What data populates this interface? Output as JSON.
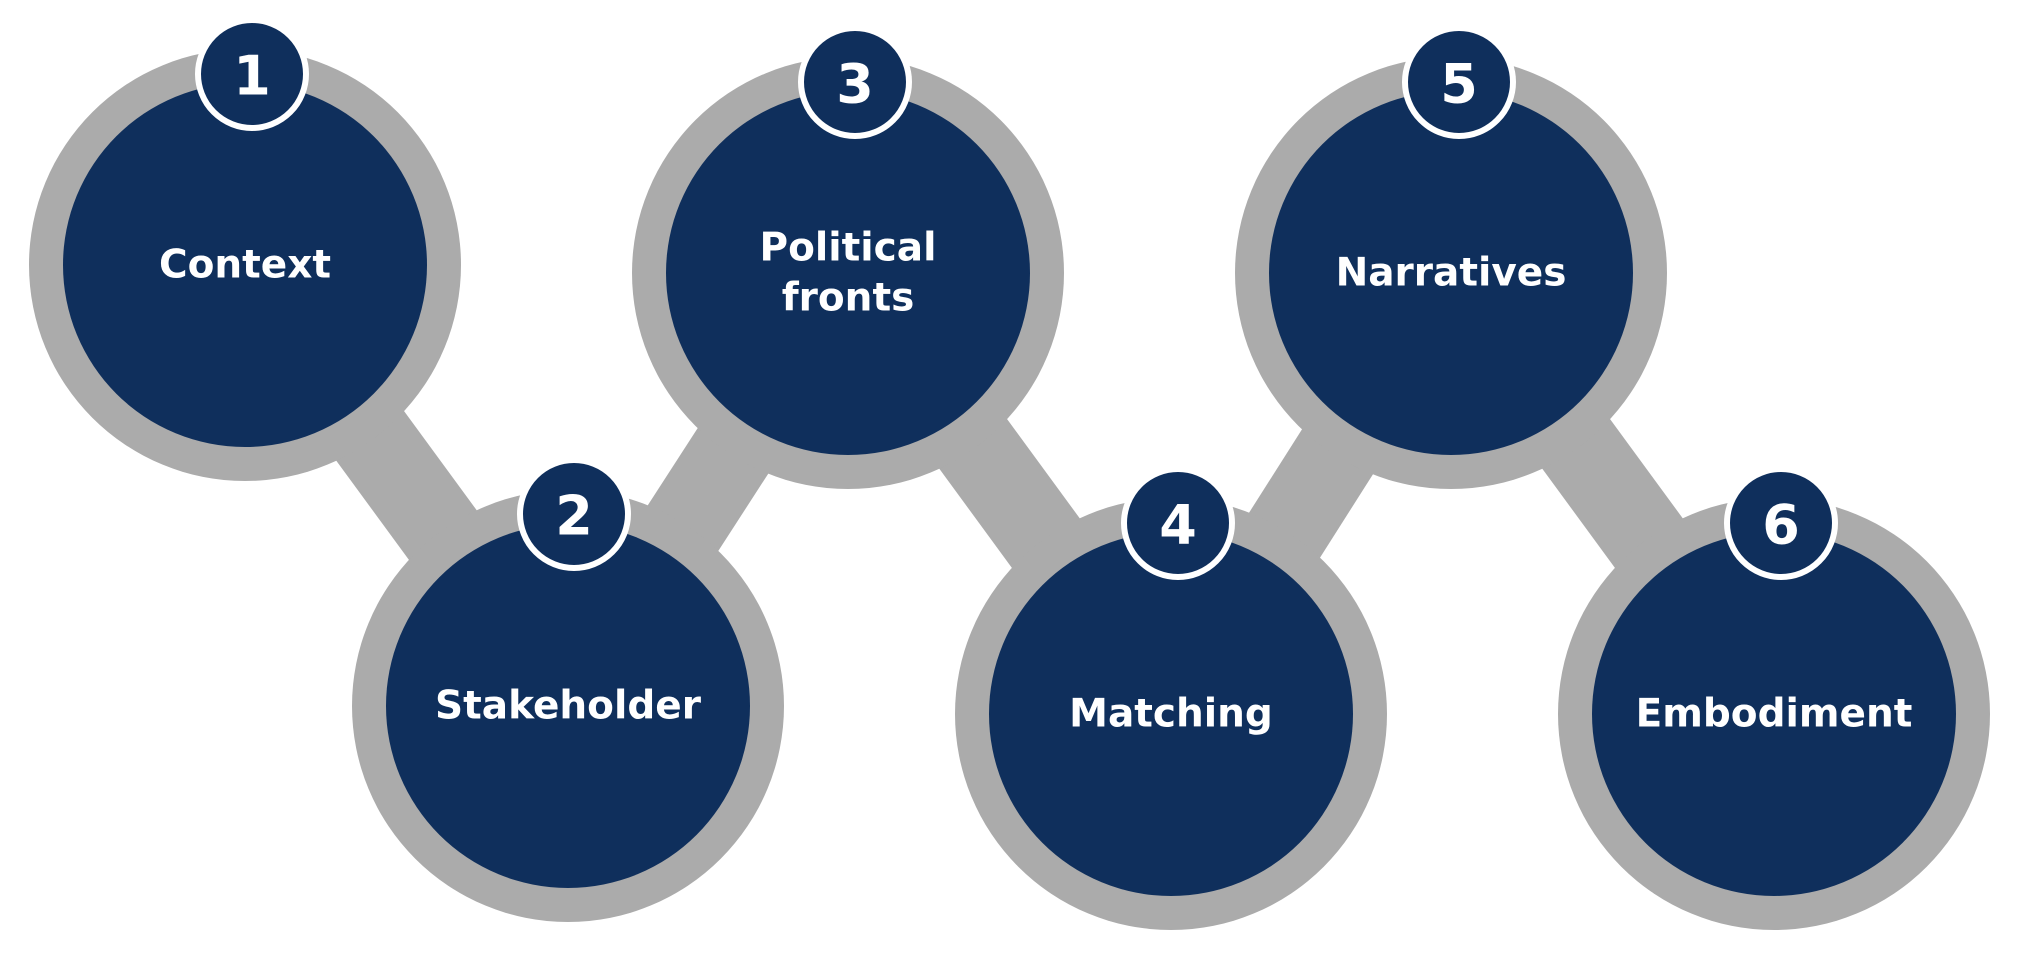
{
  "colors": {
    "circle_fill": "#0f2f5c",
    "ring_and_connector": "#ababab",
    "badge_border": "#ffffff",
    "text": "#ffffff"
  },
  "steps": [
    {
      "number": "1",
      "label_lines": [
        "Context"
      ]
    },
    {
      "number": "2",
      "label_lines": [
        "Stakeholder"
      ]
    },
    {
      "number": "3",
      "label_lines": [
        "Political",
        "fronts"
      ]
    },
    {
      "number": "4",
      "label_lines": [
        "Matching"
      ]
    },
    {
      "number": "5",
      "label_lines": [
        "Narratives"
      ]
    },
    {
      "number": "6",
      "label_lines": [
        "Embodiment"
      ]
    }
  ]
}
